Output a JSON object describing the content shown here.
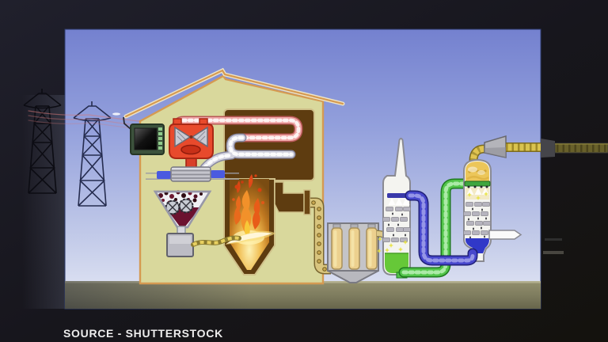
{
  "caption": {
    "source_label": "SOURCE - SHUTTERSTOCK"
  },
  "illustration": {
    "subject": "coal-fired thermal power plant process diagram",
    "components": [
      "transmission-pylon-far",
      "transmission-pylon-near",
      "power-lines",
      "generator",
      "steam-turbine",
      "condenser",
      "coal-hopper",
      "coal-crusher-wheels",
      "coal-feeder",
      "pulverized-coal-stream",
      "boiler",
      "superheater-coil",
      "furnace-flames",
      "flue-gas-duct",
      "riveted-flue-pipe",
      "baghouse-filter",
      "scrubber-tower",
      "absorber-tower",
      "green-slurry-pipe",
      "blue-slurry-pipe",
      "clean-gas-outlet-pipe",
      "treated-water-outlet"
    ]
  },
  "palette": {
    "backdrop_dark": "#17161c",
    "sky_top": "#7481cf",
    "sky_bottom": "#e6e9f5",
    "ground": "#7b795c",
    "building_fill": "#d9d89c",
    "building_outline": "#d59a52",
    "boiler_brown": "#5e3c10",
    "flame_orange": "#f08020",
    "steam_pipe_pink": "#f0a8a8",
    "condensate_gray": "#d4d4e0",
    "flue_pipe_tan": "#d9c57e",
    "green_pipe": "#52c44a",
    "blue_pipe": "#4747cc",
    "yellow_pipe": "#d9c34e",
    "scrubber_liquid": "#66c838",
    "absorber_liquid": "#3038c8",
    "turbine_red": "#e84a2c",
    "generator_green": "#3c523c",
    "caption_color": "#ededed"
  }
}
